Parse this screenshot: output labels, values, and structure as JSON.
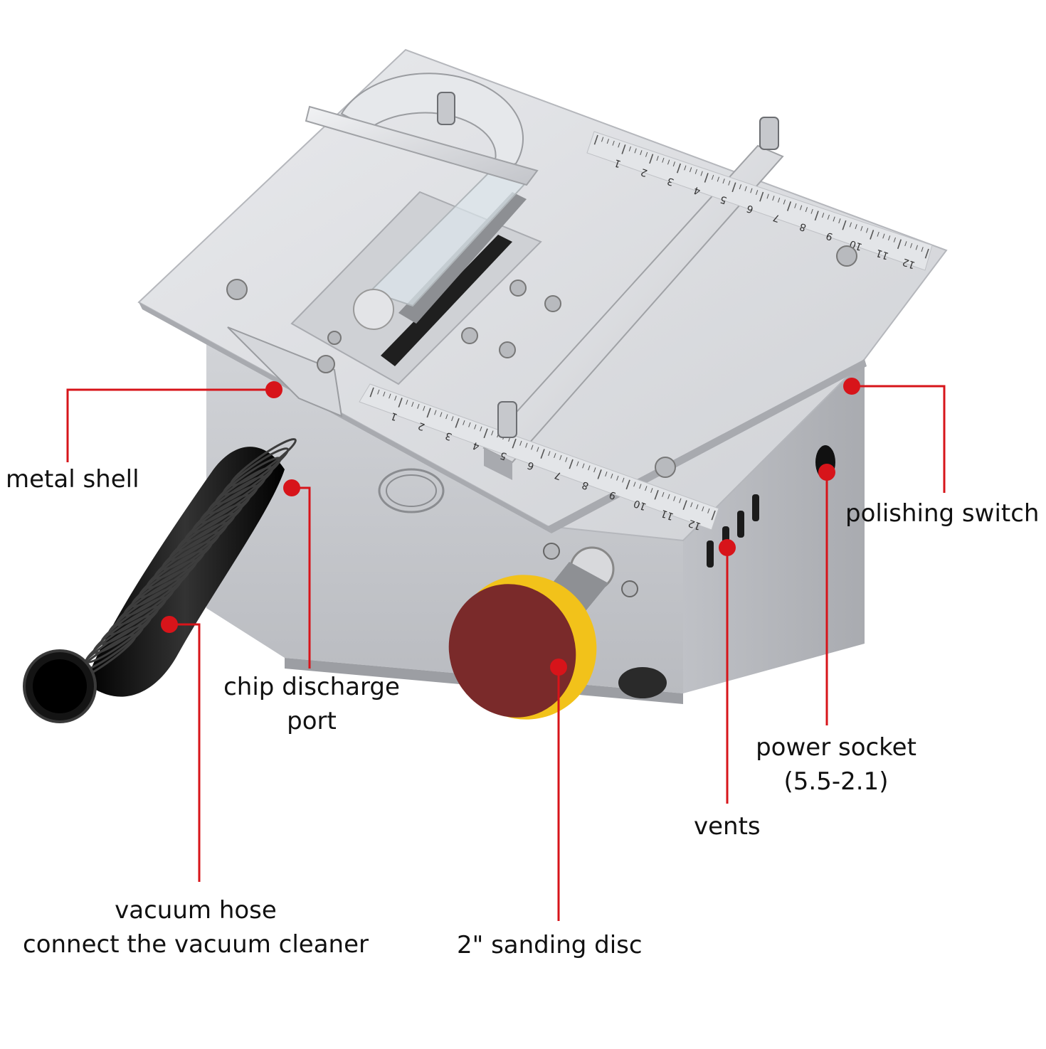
{
  "callouts": {
    "metal_shell": "metal shell",
    "chip_discharge_port_line1": "chip discharge",
    "chip_discharge_port_line2": "port",
    "vacuum_hose_line1": "vacuum hose",
    "vacuum_hose_line2": "connect the vacuum cleaner",
    "sanding_disc": "2\" sanding disc",
    "vents": "vents",
    "power_socket_line1": "power socket",
    "power_socket_line2": "(5.5-2.1)",
    "polishing_switch": "polishing switch"
  },
  "ruler_numbers": [
    "1",
    "2",
    "3",
    "4",
    "5",
    "6",
    "7",
    "8",
    "9",
    "10",
    "11",
    "12"
  ],
  "colors": {
    "callout_red": "#d7141a",
    "table_silver": "#dcdee2",
    "body_silver": "#c9cbcf",
    "hose_black": "#1a1a1a",
    "disc_red": "#7a2a2a",
    "disc_yellow": "#f2c21a"
  }
}
